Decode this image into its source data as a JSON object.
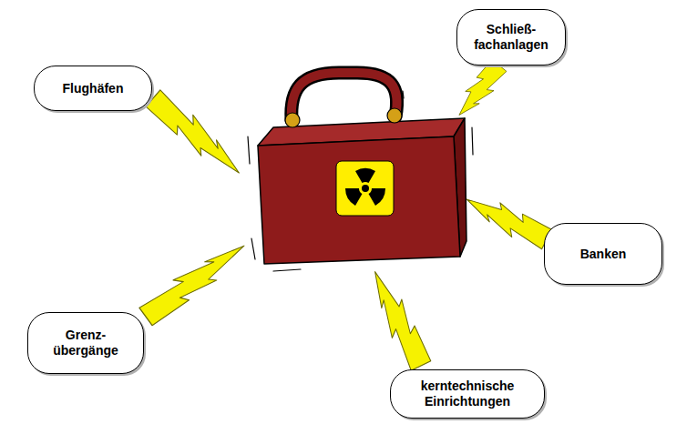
{
  "diagram": {
    "nodes": [
      {
        "text": [
          "Flughäfen"
        ]
      },
      {
        "text": [
          "Schließ- fachanlagen"
        ]
      },
      {
        "text": [
          "Banken"
        ]
      },
      {
        "text": [
          "Grenz- übergänge"
        ]
      },
      {
        "text": [
          "kerntechnische Einrichtungen"
        ]
      }
    ]
  }
}
